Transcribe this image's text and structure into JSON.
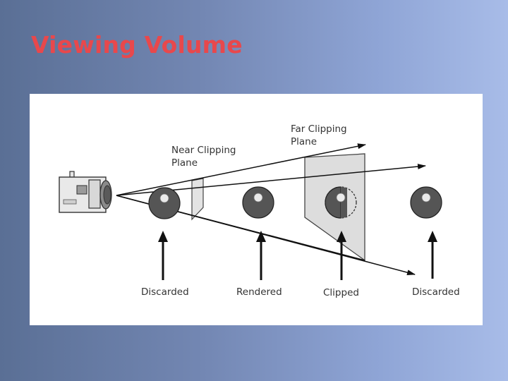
{
  "slide": {
    "title": "Viewing Volume"
  },
  "diagram": {
    "near_plane_label": [
      "Near Clipping",
      "Plane"
    ],
    "far_plane_label": [
      "Far Clipping",
      "Plane"
    ],
    "objects": [
      {
        "label": "Discarded"
      },
      {
        "label": "Rendered"
      },
      {
        "label": "Clipped"
      },
      {
        "label": "Discarded"
      }
    ]
  }
}
